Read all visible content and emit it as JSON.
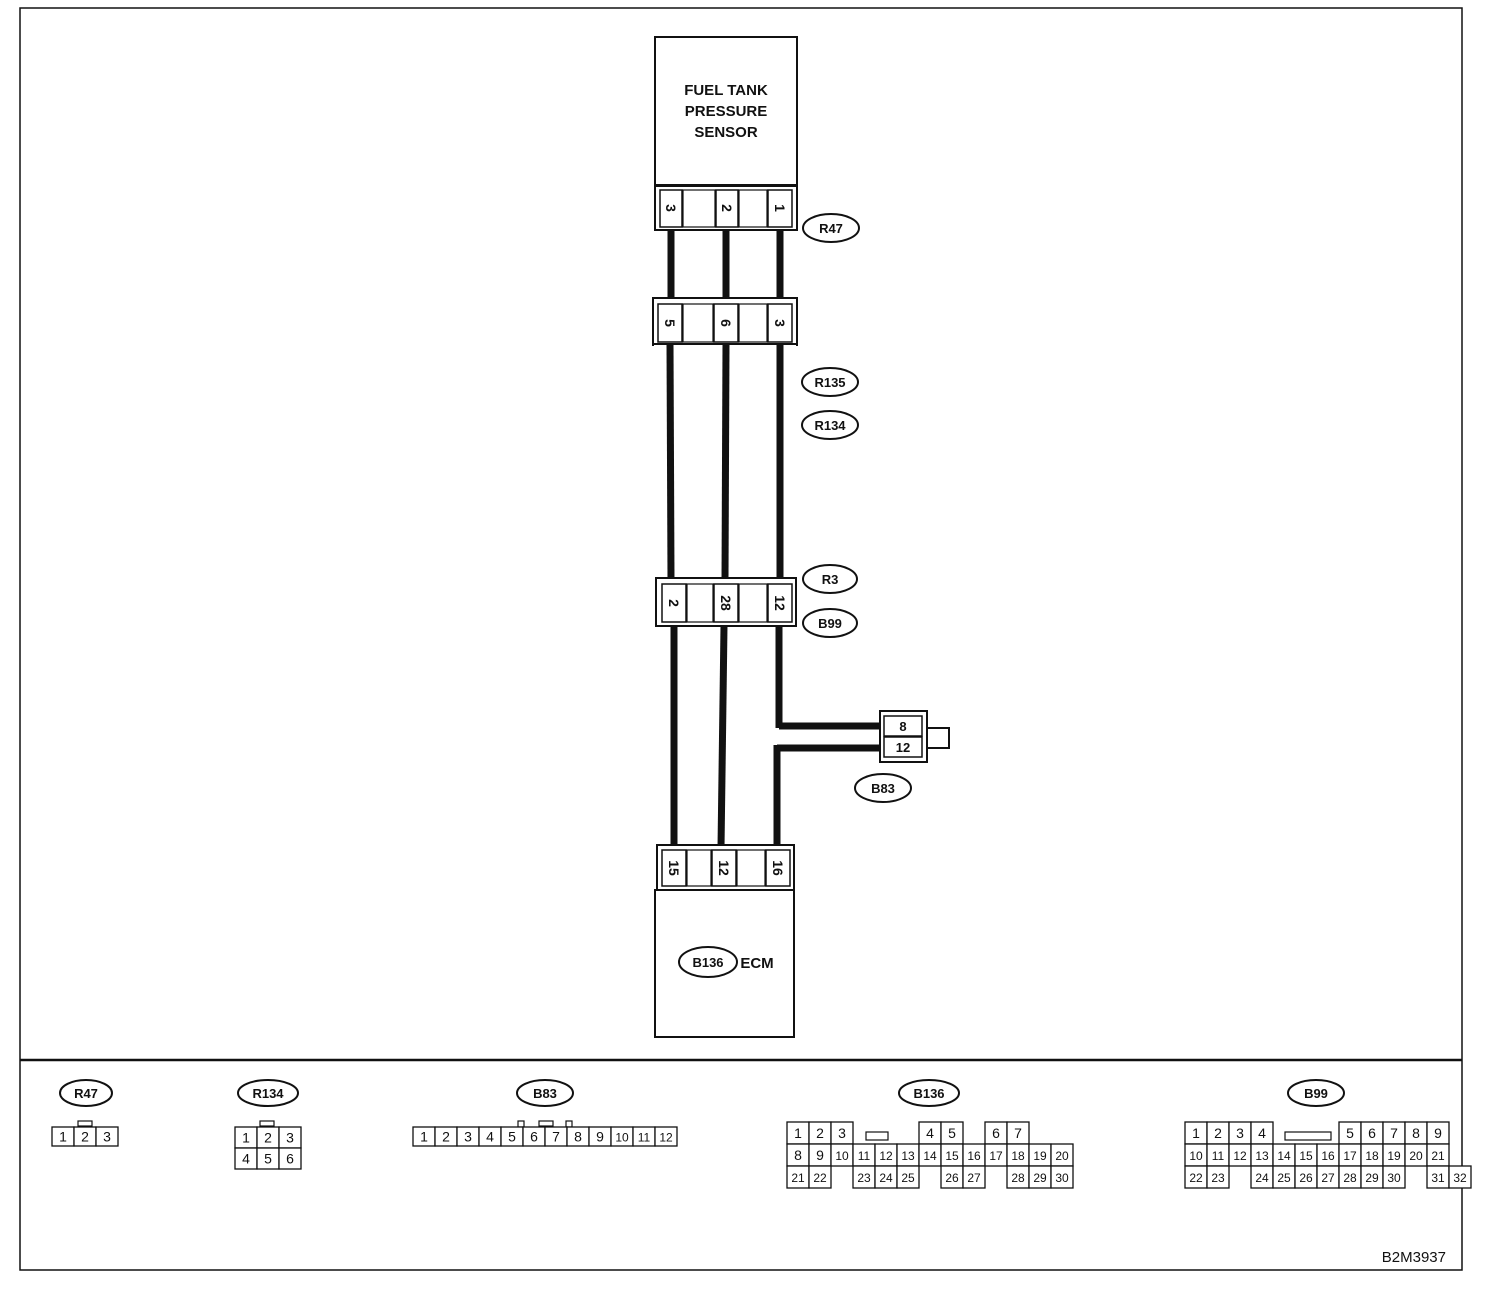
{
  "components": {
    "sensor": {
      "lines": [
        "FUEL TANK",
        "PRESSURE",
        "SENSOR"
      ]
    },
    "ecm": {
      "connector": "B136",
      "label": "ECM"
    }
  },
  "connectors": {
    "r47": {
      "label": "R47",
      "pins": [
        "3",
        "2",
        "1"
      ]
    },
    "r135_r134": {
      "labels": [
        "R135",
        "R134"
      ],
      "pins": [
        "5",
        "6",
        "3"
      ]
    },
    "r3_b99": {
      "labels": [
        "R3",
        "B99"
      ],
      "pins": [
        "2",
        "28",
        "12"
      ]
    },
    "b83": {
      "label": "B83",
      "pins": [
        "8",
        "12"
      ]
    },
    "b136": {
      "pins": [
        "15",
        "12",
        "16"
      ]
    }
  },
  "legend": {
    "r47": {
      "label": "R47",
      "rows": [
        [
          "1",
          "2",
          "3"
        ]
      ]
    },
    "r134": {
      "label": "R134",
      "rows": [
        [
          "1",
          "2",
          "3"
        ],
        [
          "4",
          "5",
          "6"
        ]
      ]
    },
    "b83": {
      "label": "B83",
      "rows": [
        [
          "1",
          "2",
          "3",
          "4",
          "5",
          "6",
          "7",
          "8",
          "9",
          "10",
          "11",
          "12"
        ]
      ]
    },
    "b136": {
      "label": "B136",
      "rows": [
        [
          "1",
          "2",
          "3",
          "",
          "",
          "",
          "4",
          "5",
          "",
          "6",
          "7"
        ],
        [
          "8",
          "9",
          "10",
          "11",
          "12",
          "13",
          "14",
          "15",
          "16",
          "17",
          "18",
          "19",
          "20"
        ],
        [
          "21",
          "22",
          "",
          "23",
          "24",
          "25",
          "",
          "26",
          "27",
          "",
          "28",
          "29",
          "30"
        ]
      ]
    },
    "b99": {
      "label": "B99",
      "rows": [
        [
          "1",
          "2",
          "3",
          "4",
          "",
          "",
          "",
          "5",
          "6",
          "7",
          "8",
          "9"
        ],
        [
          "10",
          "11",
          "12",
          "13",
          "14",
          "15",
          "16",
          "17",
          "18",
          "19",
          "20",
          "21"
        ],
        [
          "22",
          "23",
          "",
          "24",
          "25",
          "26",
          "27",
          "28",
          "29",
          "30",
          "",
          "31",
          "32"
        ]
      ]
    }
  },
  "figure_id": "B2M3937"
}
